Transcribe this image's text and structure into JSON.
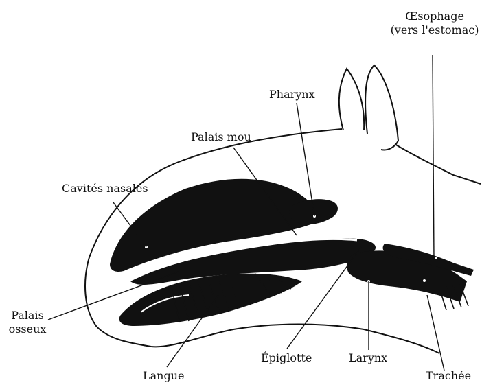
{
  "labels": {
    "oesophage_line1": "Œsophage",
    "oesophage_line2": "(vers l'estomac)",
    "pharynx": "Pharynx",
    "palais_mou": "Palais mou",
    "cavites_nasales": "Cavités nasales",
    "palais_osseux_line1": "Palais",
    "palais_osseux_line2": "osseux",
    "langue": "Langue",
    "epiglotte": "Épiglotte",
    "larynx": "Larynx",
    "trachee": "Trachée"
  },
  "colors": {
    "ink": "#111111",
    "background": "#ffffff"
  }
}
